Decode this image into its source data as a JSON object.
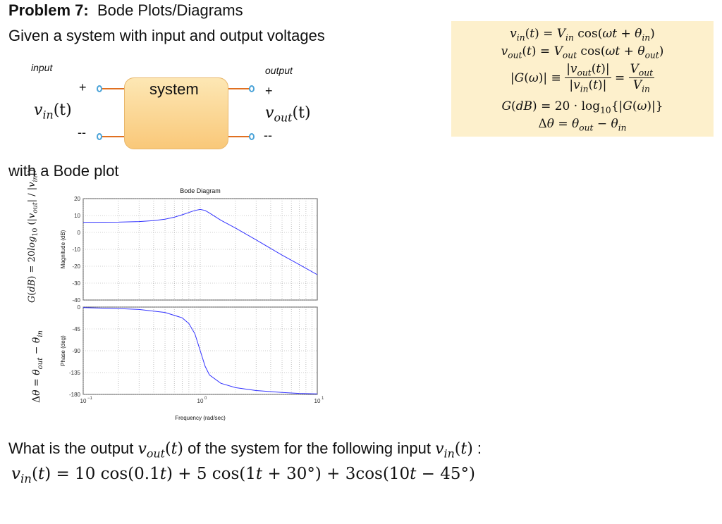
{
  "header": {
    "problem_label": "Problem 7:",
    "problem_title": "Bode Plots/Diagrams",
    "given_text": "Given a system with input and output voltages"
  },
  "diagram": {
    "input_label": "input",
    "output_label": "output",
    "system_label": "system",
    "plus": "+",
    "minus": "--",
    "vin_symbol": "v",
    "vin_sub": "in",
    "vin_arg": "(t)",
    "vout_symbol": "v",
    "vout_sub": "out",
    "vout_arg": "(t)"
  },
  "equations": {
    "eq1": "v_in(t) = V_in cos(ωt + θ_in)",
    "eq2": "v_out(t) = V_out cos(ωt + θ_out)",
    "eq3": "|G(ω)| ≡ |v_out(t)| / |v_in(t)| = V_out / V_in",
    "eq4": "G(dB) = 20 · log10{|G(ω)|}",
    "eq5": "Δθ = θ_out − θ_in"
  },
  "bode_caption": "with a Bode plot",
  "chart_data": {
    "type": "line",
    "title": "Bode Diagram",
    "xlabel": "Frequency (rad/sec)",
    "x_scale": "log",
    "x_ticks": [
      "10^-1",
      "10^0",
      "10^1"
    ],
    "xlim": [
      0.1,
      10
    ],
    "grid": true,
    "panels": [
      {
        "ylabel": "Magnitude (dB)",
        "side_label": "G(dB) = 20log10(|v_out| / |v_in|)",
        "ylim": [
          -40,
          20
        ],
        "yticks": [
          "20",
          "10",
          "0",
          "-10",
          "-20",
          "-30",
          "-40"
        ],
        "x": [
          0.1,
          0.2,
          0.3,
          0.4,
          0.5,
          0.6,
          0.7,
          0.8,
          0.9,
          1.0,
          1.1,
          1.2,
          1.5,
          2,
          3,
          5,
          7,
          10
        ],
        "y": [
          6,
          6.1,
          6.4,
          7.0,
          7.8,
          9.0,
          10.4,
          11.8,
          13.0,
          13.6,
          13.0,
          11.5,
          7.2,
          2.6,
          -4.4,
          -13.4,
          -19.0,
          -25.0
        ]
      },
      {
        "ylabel": "Phase (deg)",
        "side_label": "Δθ = θ_out − θ_in",
        "ylim": [
          -180,
          0
        ],
        "yticks": [
          "0",
          "-45",
          "-90",
          "-135",
          "-180"
        ],
        "x": [
          0.1,
          0.2,
          0.3,
          0.5,
          0.7,
          0.8,
          0.9,
          1.0,
          1.1,
          1.2,
          1.5,
          2,
          3,
          5,
          7,
          10
        ],
        "y": [
          -1,
          -3,
          -5,
          -11,
          -22,
          -34,
          -55,
          -90,
          -122,
          -140,
          -157,
          -166,
          -172,
          -176,
          -178,
          -179
        ]
      }
    ]
  },
  "question": {
    "text_before": "What is the output ",
    "text_middle": " of the system for the following input ",
    "text_after": " :",
    "input_equation": "v_in(t) = 10 cos(0.1t) + 5 cos(1t + 30°) + 3cos(10t − 45°)"
  },
  "colors": {
    "curve": "#3333ff",
    "system_box": "#f9c879",
    "info_box": "#fdf0cc",
    "wire": "#e07020",
    "terminal": "#4aa3d8"
  }
}
